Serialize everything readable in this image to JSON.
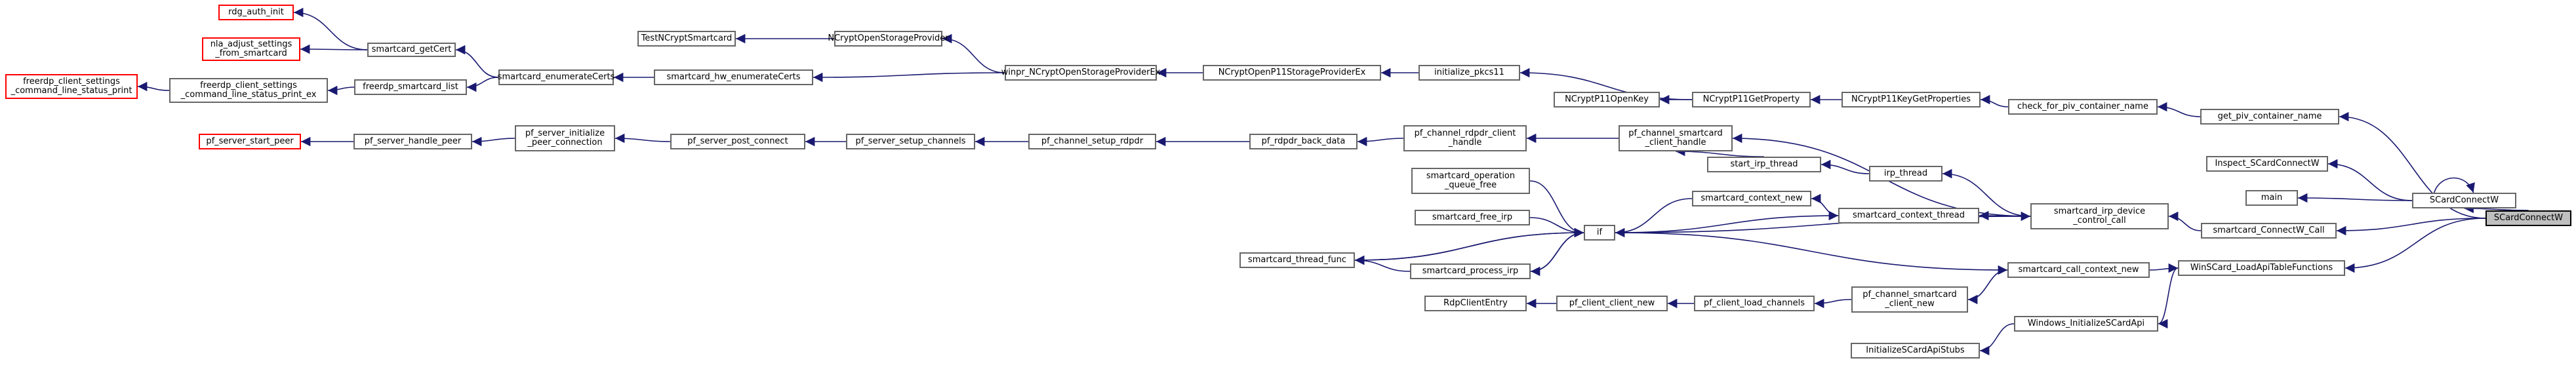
{
  "graph": {
    "title": "",
    "edge_color": "#191970",
    "colors": {
      "normal_border": "#666666",
      "truncated_border": "#ff0000",
      "focus_fill": "#bfbfbf"
    },
    "nodes": [
      {
        "id": "n1",
        "label": "rdg_auth_init",
        "style": "truncated"
      },
      {
        "id": "n2",
        "label": "nla_adjust_settings\n_from_smartcard",
        "style": "truncated"
      },
      {
        "id": "n3",
        "label": "smartcard_getCert",
        "style": "normal"
      },
      {
        "id": "n4",
        "label": "freerdp_smartcard_list",
        "style": "normal"
      },
      {
        "id": "n5",
        "label": "freerdp_client_settings\n_command_line_status_print",
        "style": "truncated"
      },
      {
        "id": "n6",
        "label": "freerdp_client_settings\n_command_line_status_print_ex",
        "style": "normal"
      },
      {
        "id": "n7",
        "label": "smartcard_enumerateCerts",
        "style": "normal"
      },
      {
        "id": "n8",
        "label": "TestNCryptSmartcard",
        "style": "normal"
      },
      {
        "id": "n9",
        "label": "smartcard_hw_enumerateCerts",
        "style": "normal"
      },
      {
        "id": "n10",
        "label": "NCryptOpenStorageProvider",
        "style": "normal"
      },
      {
        "id": "n11",
        "label": "winpr_NCryptOpenStorageProviderEx",
        "style": "normal"
      },
      {
        "id": "n12",
        "label": "NCryptOpenP11StorageProviderEx",
        "style": "normal"
      },
      {
        "id": "n13",
        "label": "initialize_pkcs11",
        "style": "normal"
      },
      {
        "id": "n14",
        "label": "NCryptP11OpenKey",
        "style": "normal"
      },
      {
        "id": "n15",
        "label": "NCryptP11GetProperty",
        "style": "normal"
      },
      {
        "id": "n16",
        "label": "NCryptP11KeyGetProperties",
        "style": "normal"
      },
      {
        "id": "n17",
        "label": "check_for_piv_container_name",
        "style": "normal"
      },
      {
        "id": "n18",
        "label": "get_piv_container_name",
        "style": "normal"
      },
      {
        "id": "n19",
        "label": "pf_server_start_peer",
        "style": "truncated"
      },
      {
        "id": "n20",
        "label": "pf_server_handle_peer",
        "style": "normal"
      },
      {
        "id": "n21",
        "label": "pf_server_initialize\n_peer_connection",
        "style": "normal"
      },
      {
        "id": "n22",
        "label": "pf_server_post_connect",
        "style": "normal"
      },
      {
        "id": "n23",
        "label": "pf_server_setup_channels",
        "style": "normal"
      },
      {
        "id": "n24",
        "label": "pf_channel_setup_rdpdr",
        "style": "normal"
      },
      {
        "id": "n25",
        "label": "pf_rdpdr_back_data",
        "style": "normal"
      },
      {
        "id": "n26",
        "label": "pf_channel_rdpdr_client\n_handle",
        "style": "normal"
      },
      {
        "id": "n27",
        "label": "pf_channel_smartcard\n_client_handle",
        "style": "normal"
      },
      {
        "id": "n28",
        "label": "start_irp_thread",
        "style": "normal"
      },
      {
        "id": "n29",
        "label": "irp_thread",
        "style": "normal"
      },
      {
        "id": "n30",
        "label": "smartcard_operation\n_queue_free",
        "style": "normal"
      },
      {
        "id": "n31",
        "label": "smartcard_context_new",
        "style": "normal"
      },
      {
        "id": "n32",
        "label": "smartcard_context_thread",
        "style": "normal"
      },
      {
        "id": "n33",
        "label": "smartcard_free_irp",
        "style": "normal"
      },
      {
        "id": "n34",
        "label": "if",
        "style": "normal"
      },
      {
        "id": "n35",
        "label": "smartcard_irp_device\n_control_call",
        "style": "normal"
      },
      {
        "id": "n36",
        "label": "smartcard_thread_func",
        "style": "normal"
      },
      {
        "id": "n37",
        "label": "smartcard_process_irp",
        "style": "normal"
      },
      {
        "id": "n38",
        "label": "smartcard_call_context_new",
        "style": "normal"
      },
      {
        "id": "n39",
        "label": "RdpClientEntry",
        "style": "normal"
      },
      {
        "id": "n40",
        "label": "pf_client_client_new",
        "style": "normal"
      },
      {
        "id": "n41",
        "label": "pf_client_load_channels",
        "style": "normal"
      },
      {
        "id": "n42",
        "label": "pf_channel_smartcard\n_client_new",
        "style": "normal"
      },
      {
        "id": "n43",
        "label": "WinSCard_LoadApiTableFunctions",
        "style": "normal"
      },
      {
        "id": "n44",
        "label": "Windows_InitializeSCardApi",
        "style": "normal"
      },
      {
        "id": "n45",
        "label": "InitializeSCardApiStubs",
        "style": "normal"
      },
      {
        "id": "n46",
        "label": "Inspect_SCardConnectW",
        "style": "normal"
      },
      {
        "id": "n47",
        "label": "main",
        "style": "normal"
      },
      {
        "id": "n48",
        "label": "SCardConnectW",
        "style": "normal"
      },
      {
        "id": "n49",
        "label": "smartcard_ConnectW_Call",
        "style": "normal"
      },
      {
        "id": "n50",
        "label": "SCardConnectW",
        "style": "focus"
      }
    ],
    "edges": [
      [
        "n1",
        "n3"
      ],
      [
        "n2",
        "n3"
      ],
      [
        "n3",
        "n7"
      ],
      [
        "n4",
        "n7"
      ],
      [
        "n5",
        "n6"
      ],
      [
        "n6",
        "n4"
      ],
      [
        "n7",
        "n9"
      ],
      [
        "n8",
        "n10"
      ],
      [
        "n9",
        "n11"
      ],
      [
        "n10",
        "n11"
      ],
      [
        "n11",
        "n12"
      ],
      [
        "n12",
        "n13"
      ],
      [
        "n13",
        "n15"
      ],
      [
        "n14",
        "n15"
      ],
      [
        "n15",
        "n16"
      ],
      [
        "n16",
        "n17"
      ],
      [
        "n17",
        "n18"
      ],
      [
        "n18",
        "n50"
      ],
      [
        "n19",
        "n20"
      ],
      [
        "n20",
        "n21"
      ],
      [
        "n21",
        "n22"
      ],
      [
        "n22",
        "n23"
      ],
      [
        "n23",
        "n24"
      ],
      [
        "n24",
        "n25"
      ],
      [
        "n25",
        "n26"
      ],
      [
        "n26",
        "n27"
      ],
      [
        "n28",
        "n29"
      ],
      [
        "n29",
        "n35"
      ],
      [
        "n27",
        "n35"
      ],
      [
        "n31",
        "n32"
      ],
      [
        "n32",
        "n35"
      ],
      [
        "n34",
        "n30"
      ],
      [
        "n34",
        "n31"
      ],
      [
        "n34",
        "n33"
      ],
      [
        "n34",
        "n36"
      ],
      [
        "n36",
        "n34"
      ],
      [
        "n35",
        "n34"
      ],
      [
        "n37",
        "n34"
      ],
      [
        "n38",
        "n34"
      ],
      [
        "n35",
        "n49"
      ],
      [
        "n49",
        "n50"
      ],
      [
        "n39",
        "n40"
      ],
      [
        "n40",
        "n41"
      ],
      [
        "n41",
        "n42"
      ],
      [
        "n42",
        "n38"
      ],
      [
        "n43",
        "n38"
      ],
      [
        "n44",
        "n43"
      ],
      [
        "n45",
        "n44"
      ],
      [
        "n43",
        "n50"
      ],
      [
        "n46",
        "n48"
      ],
      [
        "n47",
        "n48"
      ],
      [
        "n48",
        "n50"
      ],
      [
        "n48",
        "n48"
      ],
      [
        "n27",
        "n28"
      ],
      [
        "n32",
        "n34"
      ],
      [
        "n36",
        "n37"
      ],
      [
        "n34",
        "n37"
      ]
    ]
  }
}
